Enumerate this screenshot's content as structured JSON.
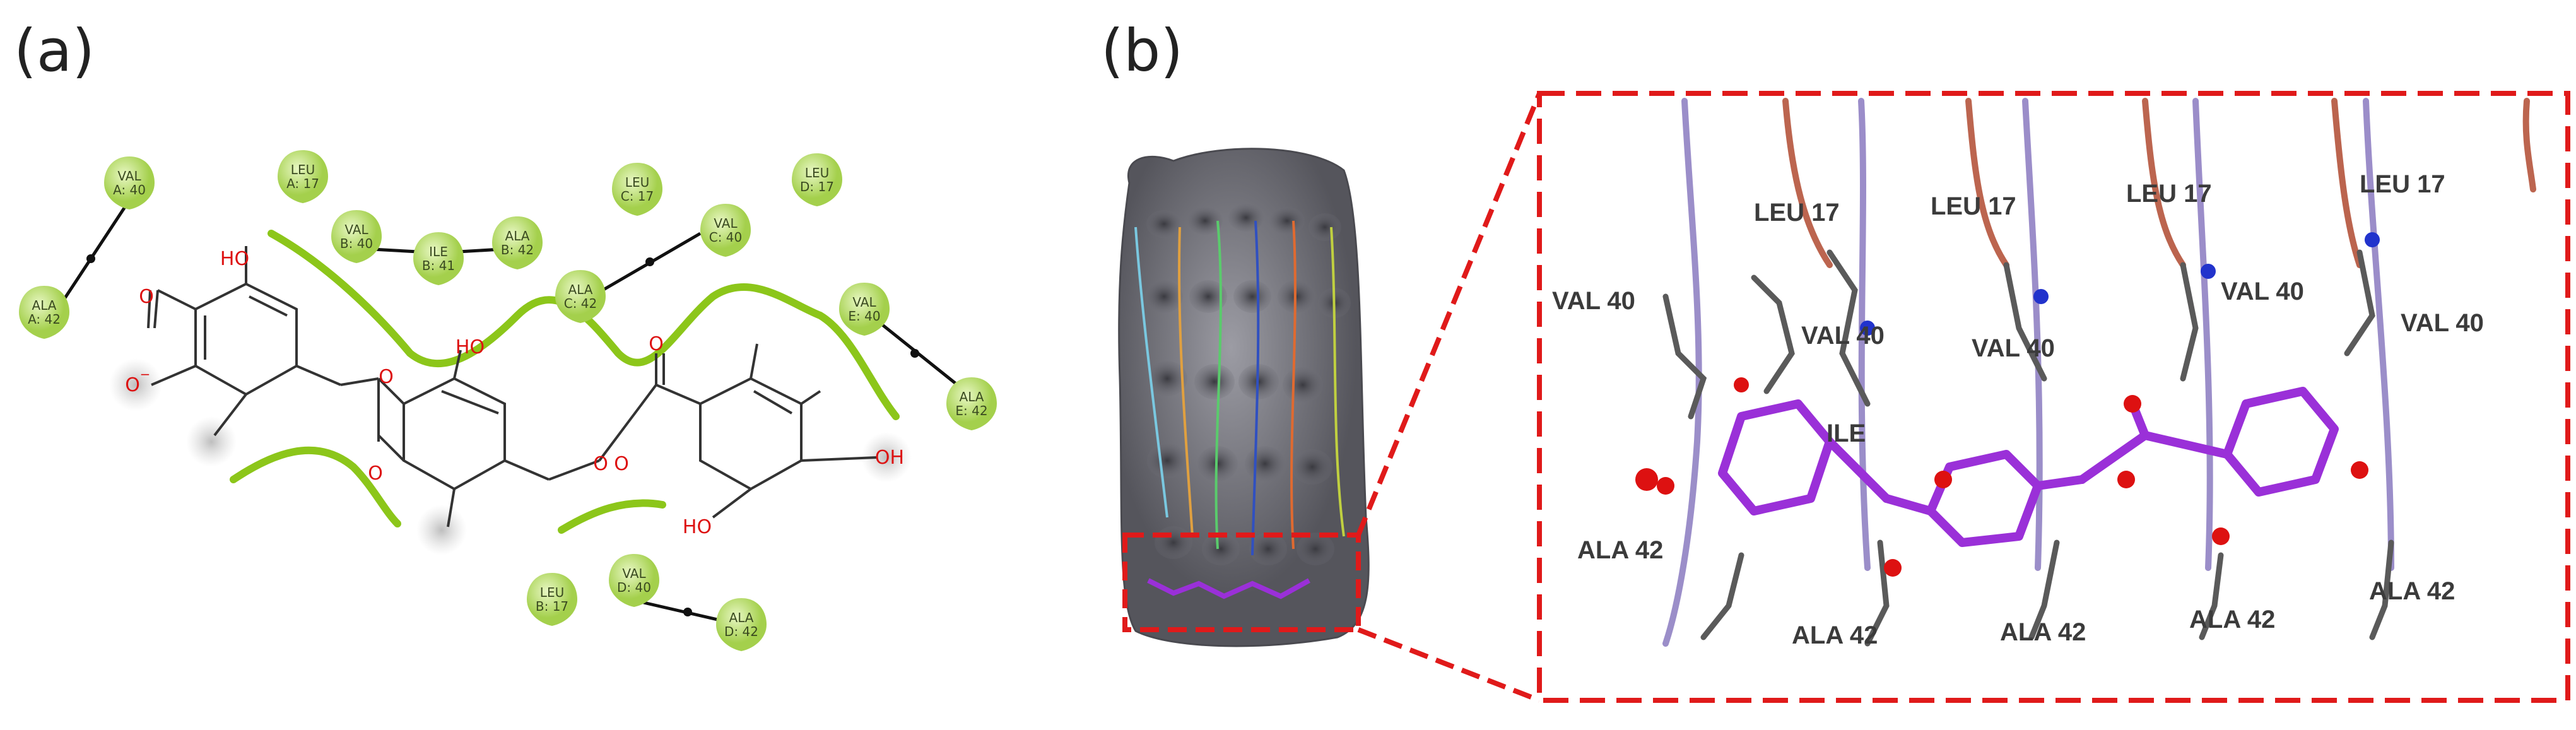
{
  "panels": {
    "a": {
      "label": "(a)"
    },
    "b": {
      "label": "(b)"
    }
  },
  "colors": {
    "residue_fill": "#b9e06a",
    "contact_curve": "#8cc61a",
    "heteroatom": "#dd1111",
    "bond": "#333333",
    "ligand_3d": "#9a30d8",
    "zoom_box": "#e01a1a",
    "surface": "#6a6a70"
  },
  "panel_a": {
    "residues": [
      {
        "name": "VAL",
        "id": "A: 40"
      },
      {
        "name": "ALA",
        "id": "A: 42"
      },
      {
        "name": "LEU",
        "id": "A: 17"
      },
      {
        "name": "VAL",
        "id": "B: 40"
      },
      {
        "name": "ILE",
        "id": "B: 41"
      },
      {
        "name": "ALA",
        "id": "B: 42"
      },
      {
        "name": "LEU",
        "id": "C: 17"
      },
      {
        "name": "VAL",
        "id": "C: 40"
      },
      {
        "name": "ALA",
        "id": "C: 42"
      },
      {
        "name": "LEU",
        "id": "D: 17"
      },
      {
        "name": "VAL",
        "id": "E: 40"
      },
      {
        "name": "ALA",
        "id": "E: 42"
      },
      {
        "name": "LEU",
        "id": "B: 17"
      },
      {
        "name": "VAL",
        "id": "D: 40"
      },
      {
        "name": "ALA",
        "id": "D: 42"
      }
    ],
    "atoms": [
      "HO",
      "O",
      "O",
      "O",
      "O",
      "O",
      "HO",
      "O",
      "O",
      "OH",
      "HO"
    ],
    "charge": "−"
  },
  "panel_b": {
    "labels": [
      "LEU  17",
      "LEU  17",
      "LEU  17",
      "LEU  17",
      "VAL  40",
      "VAL  40",
      "VAL  40",
      "VAL  40",
      "VAL  40",
      "ILE",
      "ALA  42",
      "ALA  42",
      "ALA  42",
      "ALA  42",
      "ALA  42"
    ]
  }
}
